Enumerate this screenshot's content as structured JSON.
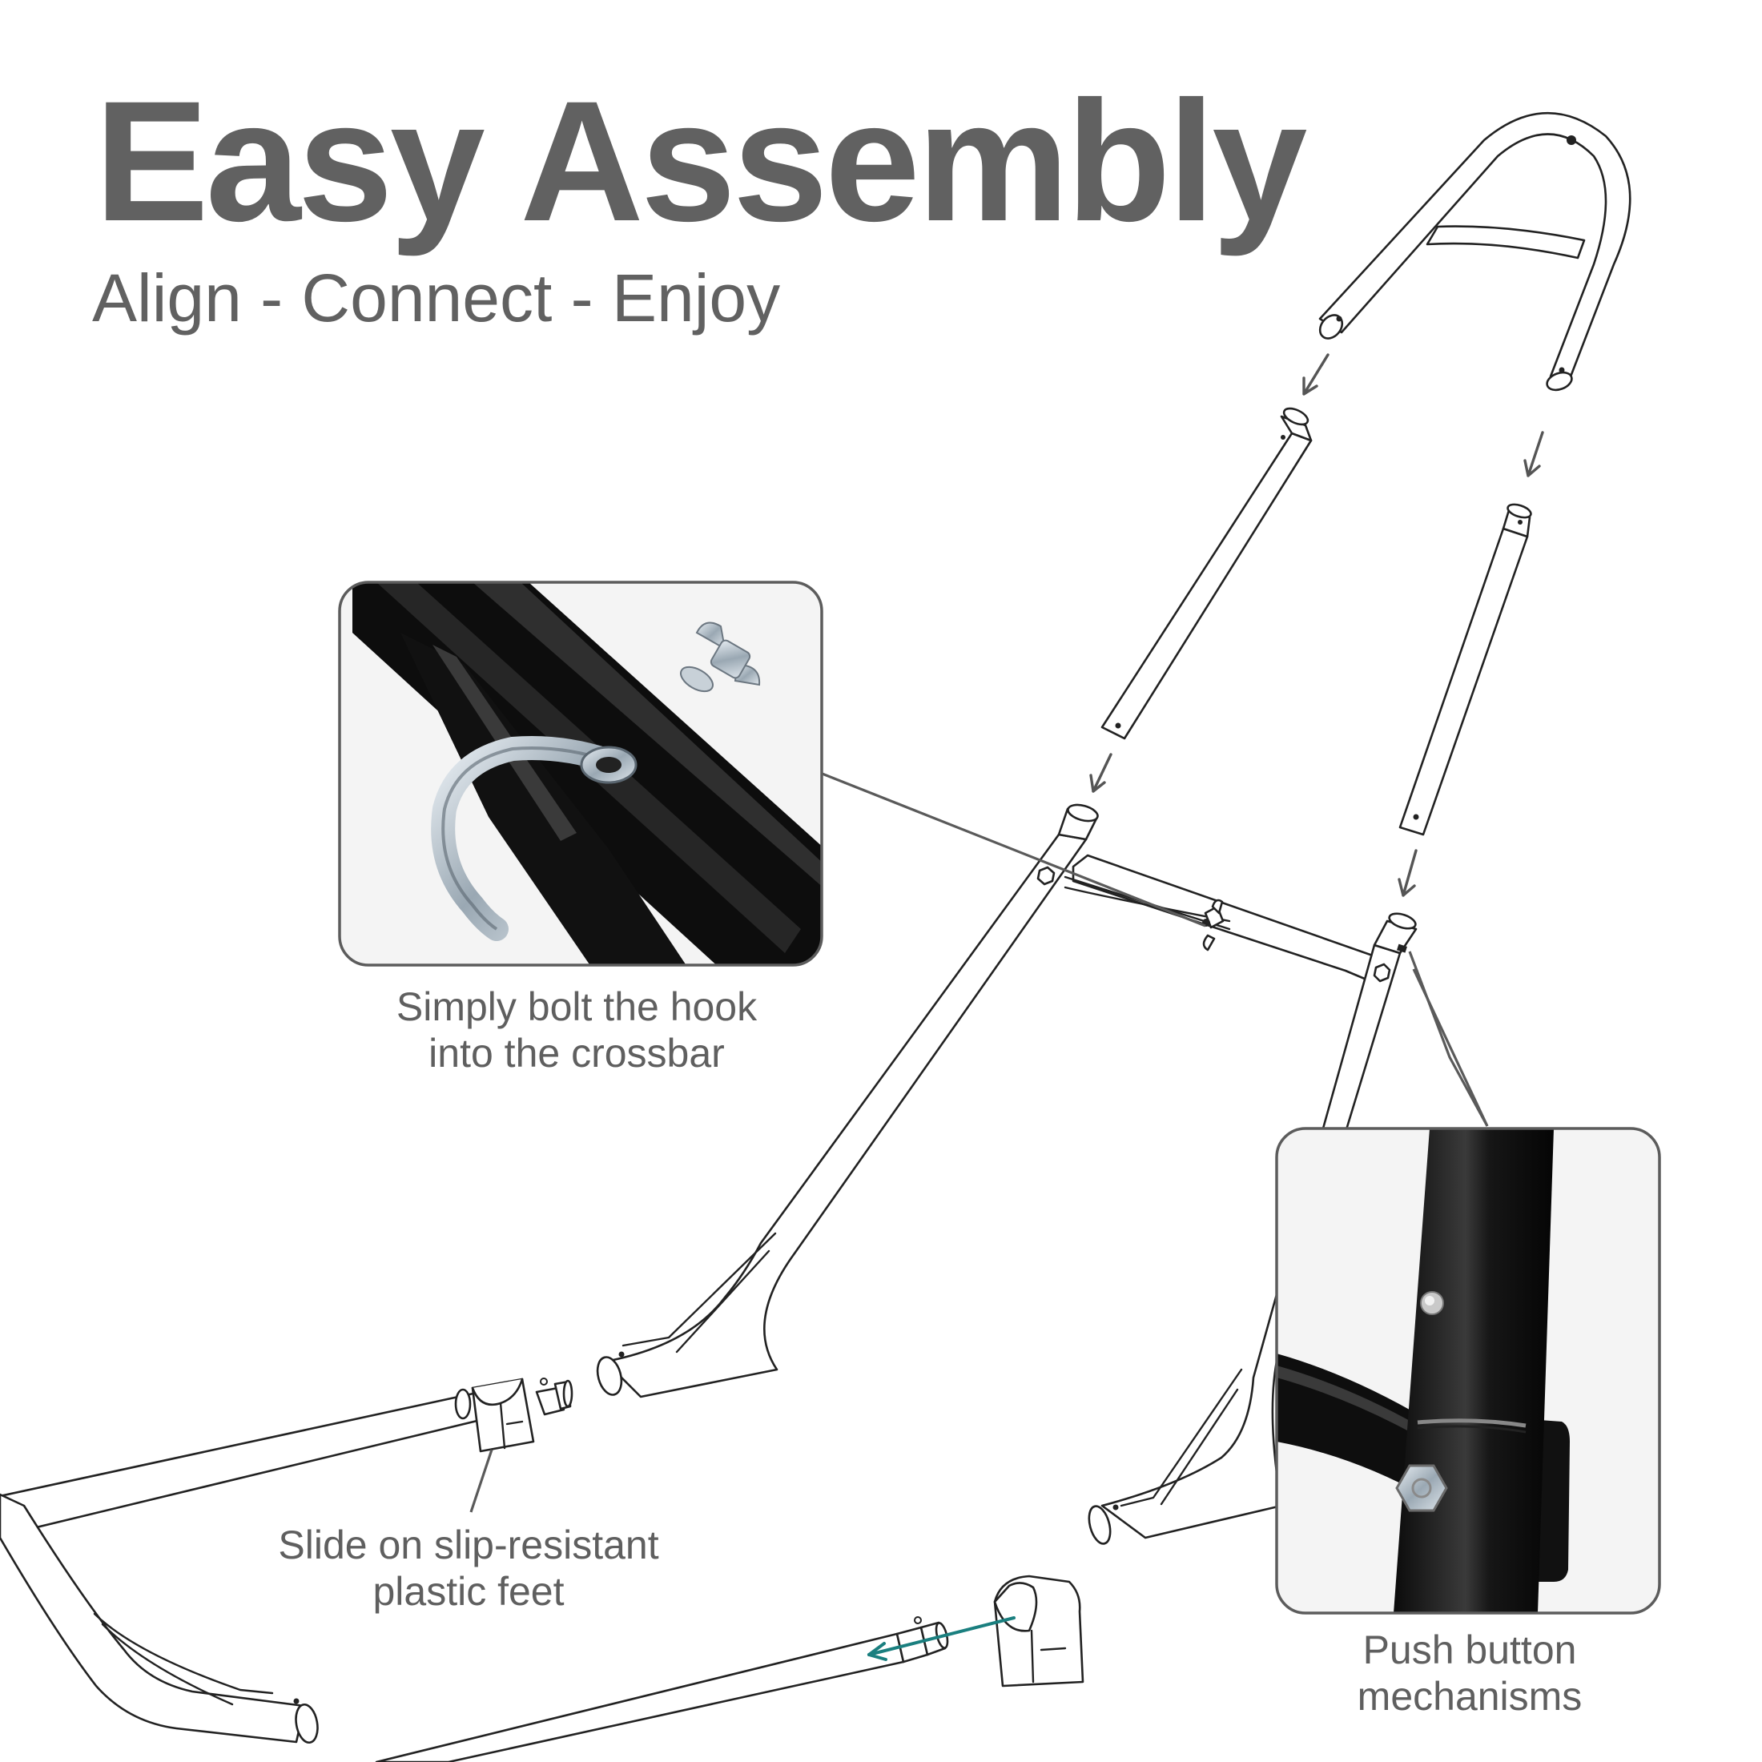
{
  "heading": {
    "title": "Easy Assembly",
    "subtitle": "Align - Connect - Enjoy"
  },
  "callouts": {
    "hook": {
      "line1": "Simply bolt the hook",
      "line2": "into the crossbar"
    },
    "feet": {
      "line1": "Slide on slip-resistant",
      "line2": "plastic feet"
    },
    "push": {
      "line1": "Push button",
      "line2": "mechanisms"
    }
  },
  "colors": {
    "heading_text": "#616161",
    "caption_text": "#5f5f5f",
    "frame_metal": "#1a1a1a",
    "direction_arrow": "#1a7f7f"
  }
}
